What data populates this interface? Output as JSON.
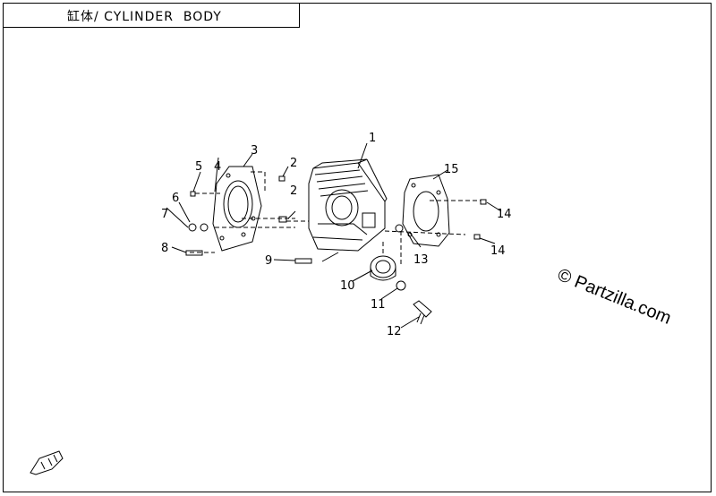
{
  "header": {
    "title": "缸体/ CYLINDER  BODY"
  },
  "watermark": {
    "text": "© Partzilla.com"
  },
  "callouts": {
    "c1": "1",
    "c2a": "2",
    "c2b": "2",
    "c3": "3",
    "c4": "4",
    "c5": "5",
    "c6": "6",
    "c7": "7",
    "c8": "8",
    "c9": "9",
    "c10": "10",
    "c11": "11",
    "c12": "12",
    "c13": "13",
    "c14a": "14",
    "c14b": "14",
    "c15": "15"
  },
  "icons": {
    "corner": "motorcycle-logo-icon"
  }
}
